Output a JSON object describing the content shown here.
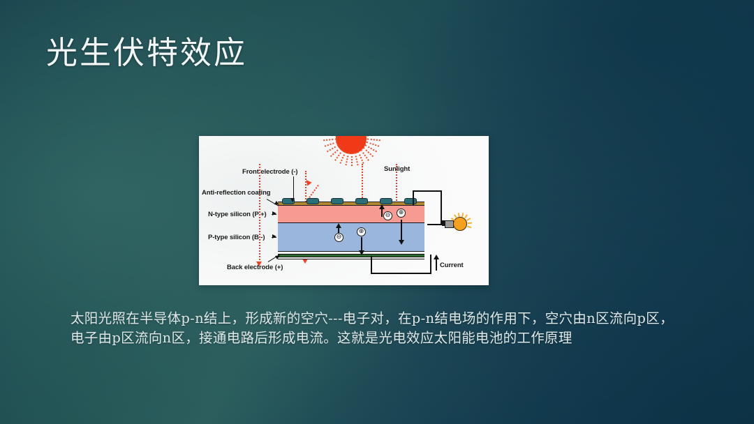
{
  "slide": {
    "title": "光生伏特效应",
    "body_text": "太阳光照在半导体p-n结上，形成新的空穴---电子对，在p-n结电场的作用下，空穴由n区流向p区，电子由p区流向n区，接通电路后形成电流。这就是光电效应太阳能电池的工作原理",
    "background_colors": {
      "top_left": "#19414f",
      "left_center": "#2a5d5c",
      "top_right": "#113a4d",
      "bottom_right": "#0f3448"
    },
    "title_color": "#f3f7f7",
    "body_color": "#dfe8e8"
  },
  "diagram": {
    "alt": "solar-cell-photovoltaic-effect-diagram",
    "background": "#fafafa",
    "labels": {
      "front_electrode": "Front electrode (-)",
      "anti_reflection": "Anti-reflection coating",
      "n_type": "N-type silicon (P +)",
      "p_type": "P-type silicon (B -)",
      "back_electrode": "Back electrode (+)",
      "sunlight": "Sunlight",
      "current": "Current"
    },
    "carriers": {
      "electron": "⊖",
      "hole": "⊕"
    },
    "colors": {
      "sun": "#f03a17",
      "ray": "#ef4126",
      "n_type_layer": "#f79a92",
      "p_type_layer": "#9ab6dd",
      "coating": "#b3892f",
      "contact": "#2b6e77",
      "back_electrode_layer": "#2f6a33",
      "bulb": "#f5a11e"
    }
  }
}
